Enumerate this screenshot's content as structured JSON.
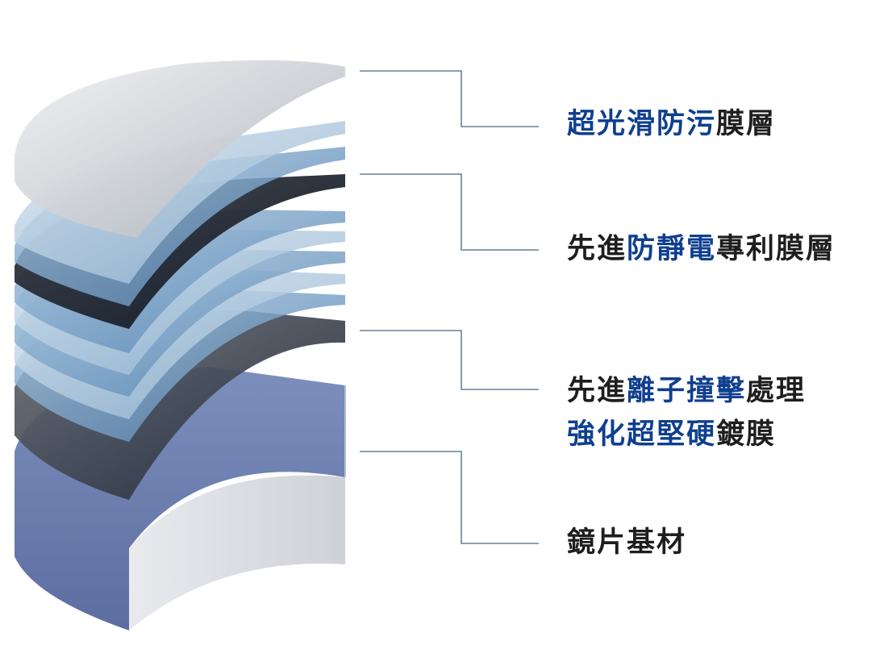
{
  "colors": {
    "highlight": "#0f3f8f",
    "text": "#1e1e1e",
    "leader": "#6a8095",
    "substrate": "#6b7fae"
  },
  "labels": [
    {
      "id": "anti-smudge",
      "highlight": "超光滑防污",
      "rest": "膜層"
    },
    {
      "id": "anti-static",
      "prefix": "先進",
      "highlight": "防靜電",
      "rest": "專利膜層"
    },
    {
      "id": "ion-line1",
      "prefix": "先進",
      "highlight": "離子撞擊",
      "rest": "處理"
    },
    {
      "id": "ion-line2",
      "highlight": "強化超堅硬",
      "rest": "鍍膜"
    },
    {
      "id": "substrate",
      "rest": "鏡片基材"
    }
  ]
}
